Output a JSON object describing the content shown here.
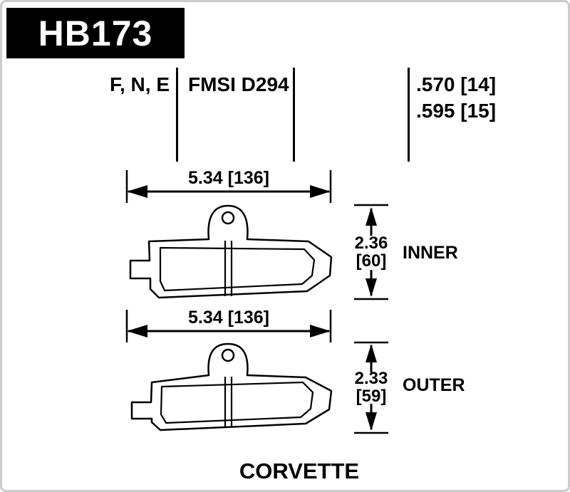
{
  "header": {
    "part_number": "HB173",
    "compounds": "F, N, E",
    "fmsi": "FMSI D294",
    "thickness": [
      ".570 [14]",
      ".595 [15]"
    ]
  },
  "inner": {
    "width": "5.34 [136]",
    "height_in": "2.36",
    "height_mm": "[60]",
    "label": "INNER"
  },
  "outer": {
    "width": "5.34 [136]",
    "height_in": "2.33",
    "height_mm": "[59]",
    "label": "OUTER"
  },
  "footer": {
    "application": "CORVETTE"
  },
  "colors": {
    "ink": "#000000",
    "background": "#ffffff",
    "part_box_bg": "#000000",
    "part_box_text": "#ffffff",
    "frame_border": "#cccccc"
  }
}
